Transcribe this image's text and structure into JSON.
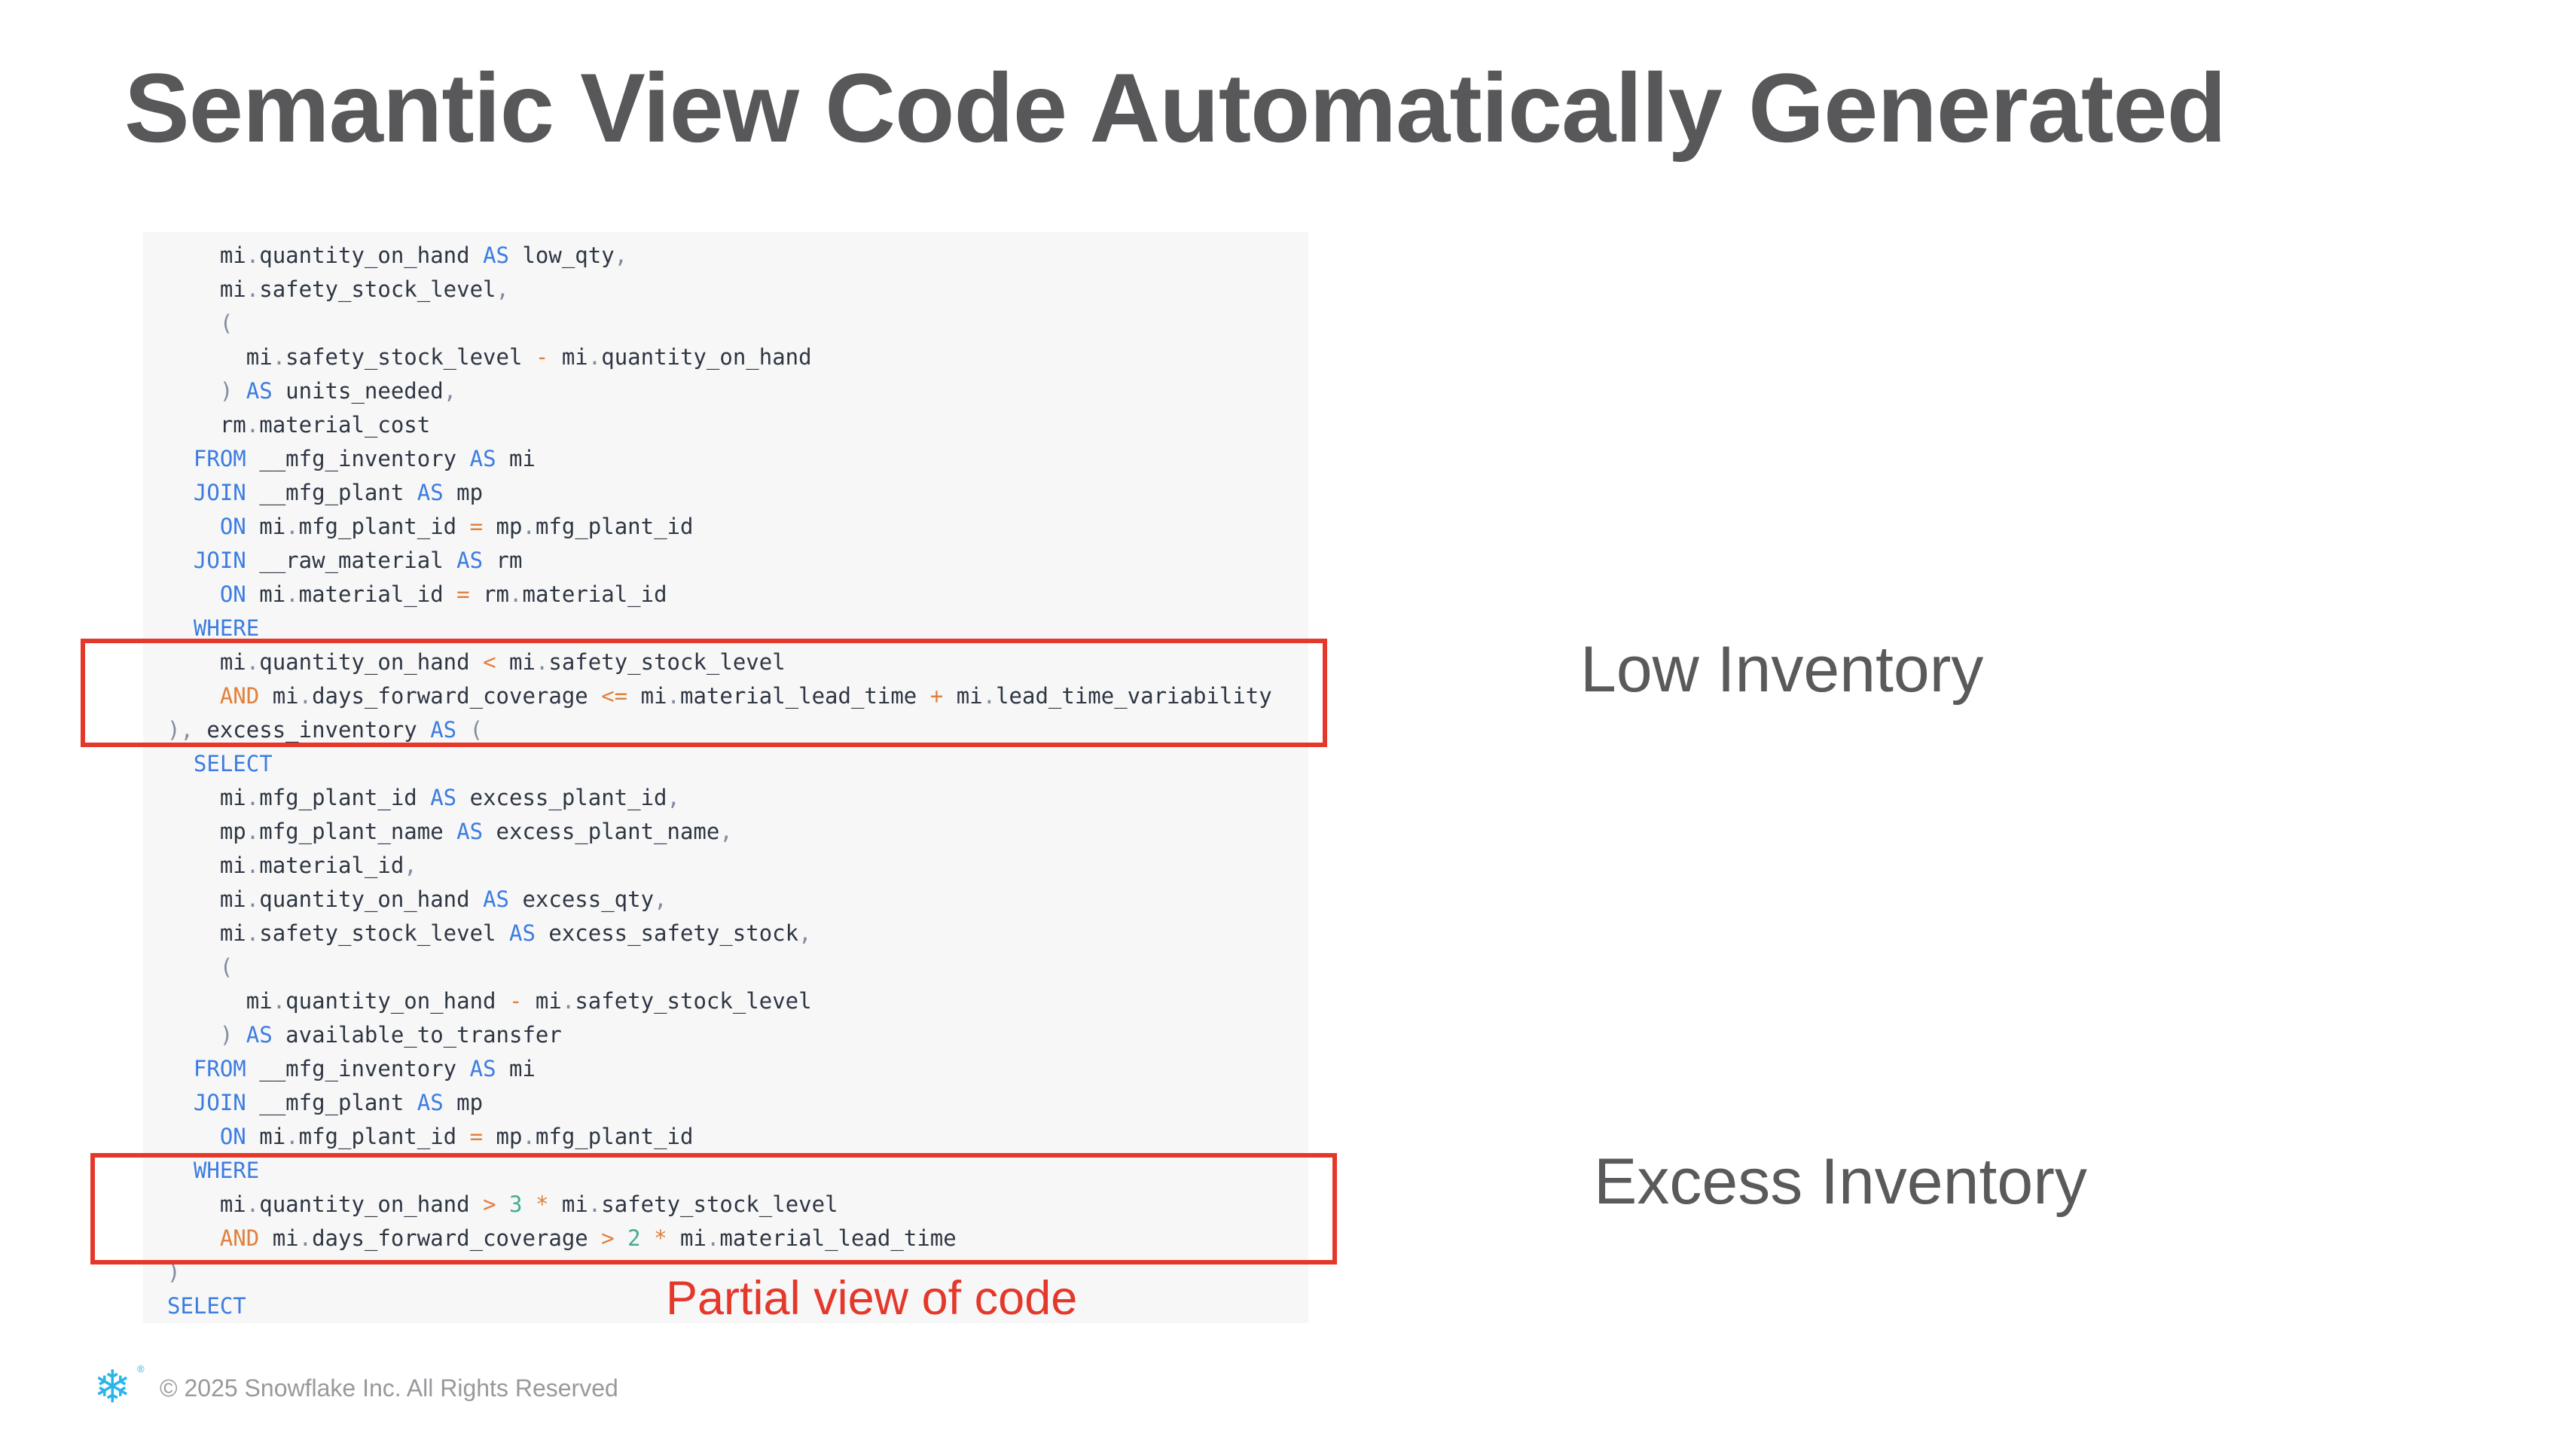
{
  "slide": {
    "title": "Semantic View Code Automatically Generated",
    "annotations": {
      "low_inventory": "Low Inventory",
      "excess_inventory": "Excess Inventory",
      "partial_view": "Partial view of code"
    },
    "footer": {
      "logo_icon": "snowflake-icon",
      "logo_glyph": "❄",
      "registered_mark": "®",
      "copyright": "© 2025 Snowflake Inc. All Rights Reserved"
    },
    "colors": {
      "title_gray": "#58585a",
      "annotation_gray": "#5a5a5c",
      "highlight_red": "#e4382a",
      "code_background": "#f7f7f8",
      "keyword_blue": "#3d7de0",
      "operator_orange": "#e0813c",
      "number_teal": "#45ab8f",
      "punctuation_gray": "#848ba0",
      "identifier_dark": "#2e3642",
      "snowflake_blue": "#29b5e8",
      "footer_gray": "#97999c"
    },
    "code": {
      "language": "sql",
      "lines": [
        [
          [
            "ws",
            "    "
          ],
          [
            "id",
            "mi"
          ],
          [
            "pun",
            "."
          ],
          [
            "id",
            "quantity_on_hand"
          ],
          [
            "ws",
            " "
          ],
          [
            "kw",
            "AS"
          ],
          [
            "ws",
            " "
          ],
          [
            "id",
            "low_qty"
          ],
          [
            "pun",
            ","
          ]
        ],
        [
          [
            "ws",
            "    "
          ],
          [
            "id",
            "mi"
          ],
          [
            "pun",
            "."
          ],
          [
            "id",
            "safety_stock_level"
          ],
          [
            "pun",
            ","
          ]
        ],
        [
          [
            "ws",
            "    "
          ],
          [
            "pun",
            "("
          ]
        ],
        [
          [
            "ws",
            "      "
          ],
          [
            "id",
            "mi"
          ],
          [
            "pun",
            "."
          ],
          [
            "id",
            "safety_stock_level"
          ],
          [
            "ws",
            " "
          ],
          [
            "op",
            "-"
          ],
          [
            "ws",
            " "
          ],
          [
            "id",
            "mi"
          ],
          [
            "pun",
            "."
          ],
          [
            "id",
            "quantity_on_hand"
          ]
        ],
        [
          [
            "ws",
            "    "
          ],
          [
            "pun",
            ")"
          ],
          [
            "ws",
            " "
          ],
          [
            "kw",
            "AS"
          ],
          [
            "ws",
            " "
          ],
          [
            "id",
            "units_needed"
          ],
          [
            "pun",
            ","
          ]
        ],
        [
          [
            "ws",
            "    "
          ],
          [
            "id",
            "rm"
          ],
          [
            "pun",
            "."
          ],
          [
            "id",
            "material_cost"
          ]
        ],
        [
          [
            "ws",
            "  "
          ],
          [
            "kw",
            "FROM"
          ],
          [
            "ws",
            " "
          ],
          [
            "id",
            "__mfg_inventory"
          ],
          [
            "ws",
            " "
          ],
          [
            "kw",
            "AS"
          ],
          [
            "ws",
            " "
          ],
          [
            "id",
            "mi"
          ]
        ],
        [
          [
            "ws",
            "  "
          ],
          [
            "kw",
            "JOIN"
          ],
          [
            "ws",
            " "
          ],
          [
            "id",
            "__mfg_plant"
          ],
          [
            "ws",
            " "
          ],
          [
            "kw",
            "AS"
          ],
          [
            "ws",
            " "
          ],
          [
            "id",
            "mp"
          ]
        ],
        [
          [
            "ws",
            "    "
          ],
          [
            "kw",
            "ON"
          ],
          [
            "ws",
            " "
          ],
          [
            "id",
            "mi"
          ],
          [
            "pun",
            "."
          ],
          [
            "id",
            "mfg_plant_id"
          ],
          [
            "ws",
            " "
          ],
          [
            "op",
            "="
          ],
          [
            "ws",
            " "
          ],
          [
            "id",
            "mp"
          ],
          [
            "pun",
            "."
          ],
          [
            "id",
            "mfg_plant_id"
          ]
        ],
        [
          [
            "ws",
            "  "
          ],
          [
            "kw",
            "JOIN"
          ],
          [
            "ws",
            " "
          ],
          [
            "id",
            "__raw_material"
          ],
          [
            "ws",
            " "
          ],
          [
            "kw",
            "AS"
          ],
          [
            "ws",
            " "
          ],
          [
            "id",
            "rm"
          ]
        ],
        [
          [
            "ws",
            "    "
          ],
          [
            "kw",
            "ON"
          ],
          [
            "ws",
            " "
          ],
          [
            "id",
            "mi"
          ],
          [
            "pun",
            "."
          ],
          [
            "id",
            "material_id"
          ],
          [
            "ws",
            " "
          ],
          [
            "op",
            "="
          ],
          [
            "ws",
            " "
          ],
          [
            "id",
            "rm"
          ],
          [
            "pun",
            "."
          ],
          [
            "id",
            "material_id"
          ]
        ],
        [
          [
            "ws",
            "  "
          ],
          [
            "kw",
            "WHERE"
          ]
        ],
        [
          [
            "ws",
            "    "
          ],
          [
            "id",
            "mi"
          ],
          [
            "pun",
            "."
          ],
          [
            "id",
            "quantity_on_hand"
          ],
          [
            "ws",
            " "
          ],
          [
            "op",
            "<"
          ],
          [
            "ws",
            " "
          ],
          [
            "id",
            "mi"
          ],
          [
            "pun",
            "."
          ],
          [
            "id",
            "safety_stock_level"
          ]
        ],
        [
          [
            "ws",
            "    "
          ],
          [
            "op",
            "AND"
          ],
          [
            "ws",
            " "
          ],
          [
            "id",
            "mi"
          ],
          [
            "pun",
            "."
          ],
          [
            "id",
            "days_forward_coverage"
          ],
          [
            "ws",
            " "
          ],
          [
            "op",
            "<="
          ],
          [
            "ws",
            " "
          ],
          [
            "id",
            "mi"
          ],
          [
            "pun",
            "."
          ],
          [
            "id",
            "material_lead_time"
          ],
          [
            "ws",
            " "
          ],
          [
            "op",
            "+"
          ],
          [
            "ws",
            " "
          ],
          [
            "id",
            "mi"
          ],
          [
            "pun",
            "."
          ],
          [
            "id",
            "lead_time_variability"
          ]
        ],
        [
          [
            "pun",
            "),"
          ],
          [
            "ws",
            " "
          ],
          [
            "id",
            "excess_inventory"
          ],
          [
            "ws",
            " "
          ],
          [
            "kw",
            "AS"
          ],
          [
            "ws",
            " "
          ],
          [
            "pun",
            "("
          ]
        ],
        [
          [
            "ws",
            "  "
          ],
          [
            "kw",
            "SELECT"
          ]
        ],
        [
          [
            "ws",
            "    "
          ],
          [
            "id",
            "mi"
          ],
          [
            "pun",
            "."
          ],
          [
            "id",
            "mfg_plant_id"
          ],
          [
            "ws",
            " "
          ],
          [
            "kw",
            "AS"
          ],
          [
            "ws",
            " "
          ],
          [
            "id",
            "excess_plant_id"
          ],
          [
            "pun",
            ","
          ]
        ],
        [
          [
            "ws",
            "    "
          ],
          [
            "id",
            "mp"
          ],
          [
            "pun",
            "."
          ],
          [
            "id",
            "mfg_plant_name"
          ],
          [
            "ws",
            " "
          ],
          [
            "kw",
            "AS"
          ],
          [
            "ws",
            " "
          ],
          [
            "id",
            "excess_plant_name"
          ],
          [
            "pun",
            ","
          ]
        ],
        [
          [
            "ws",
            "    "
          ],
          [
            "id",
            "mi"
          ],
          [
            "pun",
            "."
          ],
          [
            "id",
            "material_id"
          ],
          [
            "pun",
            ","
          ]
        ],
        [
          [
            "ws",
            "    "
          ],
          [
            "id",
            "mi"
          ],
          [
            "pun",
            "."
          ],
          [
            "id",
            "quantity_on_hand"
          ],
          [
            "ws",
            " "
          ],
          [
            "kw",
            "AS"
          ],
          [
            "ws",
            " "
          ],
          [
            "id",
            "excess_qty"
          ],
          [
            "pun",
            ","
          ]
        ],
        [
          [
            "ws",
            "    "
          ],
          [
            "id",
            "mi"
          ],
          [
            "pun",
            "."
          ],
          [
            "id",
            "safety_stock_level"
          ],
          [
            "ws",
            " "
          ],
          [
            "kw",
            "AS"
          ],
          [
            "ws",
            " "
          ],
          [
            "id",
            "excess_safety_stock"
          ],
          [
            "pun",
            ","
          ]
        ],
        [
          [
            "ws",
            "    "
          ],
          [
            "pun",
            "("
          ]
        ],
        [
          [
            "ws",
            "      "
          ],
          [
            "id",
            "mi"
          ],
          [
            "pun",
            "."
          ],
          [
            "id",
            "quantity_on_hand"
          ],
          [
            "ws",
            " "
          ],
          [
            "op",
            "-"
          ],
          [
            "ws",
            " "
          ],
          [
            "id",
            "mi"
          ],
          [
            "pun",
            "."
          ],
          [
            "id",
            "safety_stock_level"
          ]
        ],
        [
          [
            "ws",
            "    "
          ],
          [
            "pun",
            ")"
          ],
          [
            "ws",
            " "
          ],
          [
            "kw",
            "AS"
          ],
          [
            "ws",
            " "
          ],
          [
            "id",
            "available_to_transfer"
          ]
        ],
        [
          [
            "ws",
            "  "
          ],
          [
            "kw",
            "FROM"
          ],
          [
            "ws",
            " "
          ],
          [
            "id",
            "__mfg_inventory"
          ],
          [
            "ws",
            " "
          ],
          [
            "kw",
            "AS"
          ],
          [
            "ws",
            " "
          ],
          [
            "id",
            "mi"
          ]
        ],
        [
          [
            "ws",
            "  "
          ],
          [
            "kw",
            "JOIN"
          ],
          [
            "ws",
            " "
          ],
          [
            "id",
            "__mfg_plant"
          ],
          [
            "ws",
            " "
          ],
          [
            "kw",
            "AS"
          ],
          [
            "ws",
            " "
          ],
          [
            "id",
            "mp"
          ]
        ],
        [
          [
            "ws",
            "    "
          ],
          [
            "kw",
            "ON"
          ],
          [
            "ws",
            " "
          ],
          [
            "id",
            "mi"
          ],
          [
            "pun",
            "."
          ],
          [
            "id",
            "mfg_plant_id"
          ],
          [
            "ws",
            " "
          ],
          [
            "op",
            "="
          ],
          [
            "ws",
            " "
          ],
          [
            "id",
            "mp"
          ],
          [
            "pun",
            "."
          ],
          [
            "id",
            "mfg_plant_id"
          ]
        ],
        [
          [
            "ws",
            "  "
          ],
          [
            "kw",
            "WHERE"
          ]
        ],
        [
          [
            "ws",
            "    "
          ],
          [
            "id",
            "mi"
          ],
          [
            "pun",
            "."
          ],
          [
            "id",
            "quantity_on_hand"
          ],
          [
            "ws",
            " "
          ],
          [
            "op",
            ">"
          ],
          [
            "ws",
            " "
          ],
          [
            "num",
            "3"
          ],
          [
            "ws",
            " "
          ],
          [
            "op",
            "*"
          ],
          [
            "ws",
            " "
          ],
          [
            "id",
            "mi"
          ],
          [
            "pun",
            "."
          ],
          [
            "id",
            "safety_stock_level"
          ]
        ],
        [
          [
            "ws",
            "    "
          ],
          [
            "op",
            "AND"
          ],
          [
            "ws",
            " "
          ],
          [
            "id",
            "mi"
          ],
          [
            "pun",
            "."
          ],
          [
            "id",
            "days_forward_coverage"
          ],
          [
            "ws",
            " "
          ],
          [
            "op",
            ">"
          ],
          [
            "ws",
            " "
          ],
          [
            "num",
            "2"
          ],
          [
            "ws",
            " "
          ],
          [
            "op",
            "*"
          ],
          [
            "ws",
            " "
          ],
          [
            "id",
            "mi"
          ],
          [
            "pun",
            "."
          ],
          [
            "id",
            "material_lead_time"
          ]
        ],
        [
          [
            "pun",
            ")"
          ]
        ],
        [
          [
            "kw",
            "SELECT"
          ]
        ]
      ]
    }
  }
}
